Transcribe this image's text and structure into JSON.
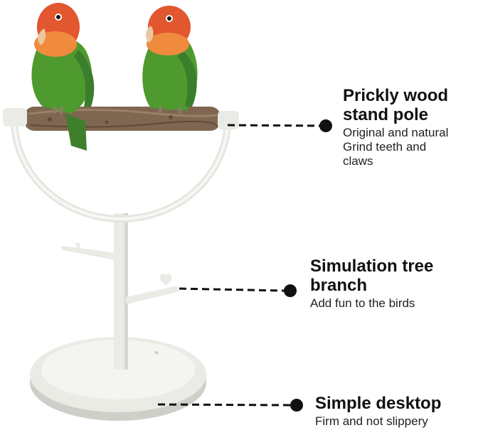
{
  "callouts": {
    "pole": {
      "title_line1": "Prickly wood",
      "title_line2": "stand pole",
      "desc_line1": "Original and natural",
      "desc_line2": "Grind teeth and",
      "desc_line3": "claws"
    },
    "branch": {
      "title_line1": "Simulation tree",
      "title_line2": "branch",
      "desc_line1": "Add fun to the birds"
    },
    "desktop": {
      "title_line1": "Simple desktop",
      "desc_line1": "Firm and not slippery"
    }
  },
  "colors": {
    "stand": "#ebebe6",
    "stand_shadow": "#cfcfc9",
    "wood": "#7e6650",
    "bird_green": "#4f9a2e",
    "bird_head": "#e2572f",
    "bird_face": "#f08a3e",
    "beak": "#e9c7a0",
    "leader_line": "#111111"
  }
}
